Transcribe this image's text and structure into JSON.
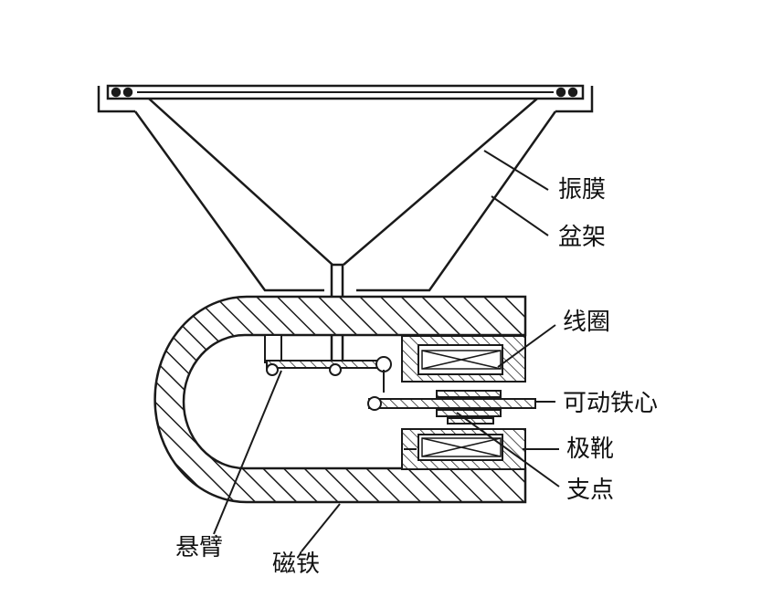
{
  "labels": {
    "diaphragm": "振膜",
    "basket": "盆架",
    "coil": "线圈",
    "armature": "可动铁心",
    "pole_shoe": "极靴",
    "pivot": "支点",
    "cantilever": "悬臂",
    "magnet": "磁铁"
  },
  "colors": {
    "line": "#1a1a1a",
    "background": "#ffffff"
  }
}
